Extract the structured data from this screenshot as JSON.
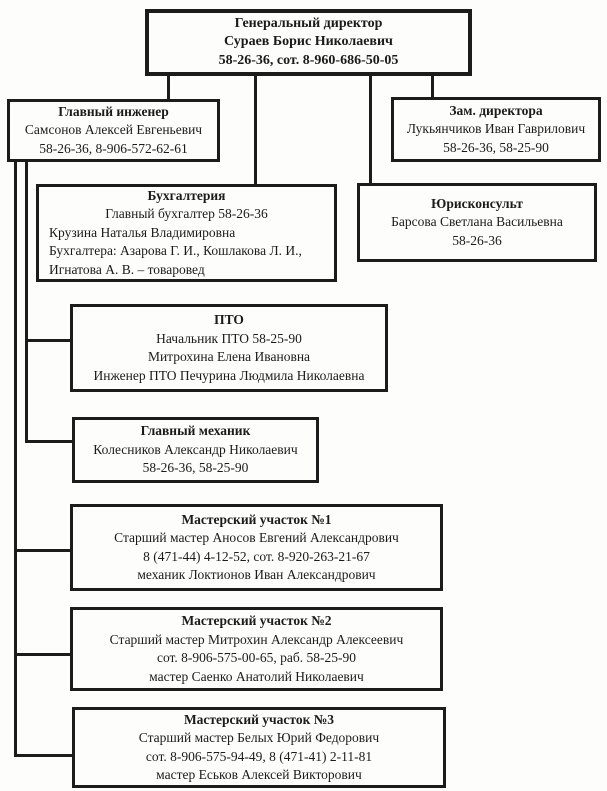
{
  "org_chart": {
    "description": "Organizational chart (scanned document, Russian)",
    "nodes": {
      "general_director": {
        "title": "Генеральный директор",
        "lines": [
          "Сураев Борис Николаевич",
          "58-26-36, сот. 8-960-686-50-05"
        ]
      },
      "chief_engineer": {
        "title": "Главный инженер",
        "lines": [
          "Самсонов Алексей Евгеньевич",
          "58-26-36, 8-906-572-62-61"
        ]
      },
      "deputy_director": {
        "title": "Зам. директора",
        "lines": [
          "Лукьянчиков Иван Гаврилович",
          "58-26-36, 58-25-90"
        ]
      },
      "accounting": {
        "title": "Бухгалтерия",
        "lines": [
          "Главный бухгалтер 58-26-36"
        ],
        "left_lines": [
          "Крузина Наталья Владимировна",
          "Бухгалтера: Азарова Г. И., Кошлакова Л. И.,",
          "Игнатова А. В. – товаровед"
        ]
      },
      "legal_counsel": {
        "title": "Юрисконсульт",
        "lines": [
          "Барсова Светлана Васильевна",
          "58-26-36"
        ]
      },
      "pto": {
        "title": "ПТО",
        "lines": [
          "Начальник ПТО 58-25-90",
          "Митрохина Елена Ивановна",
          "Инженер ПТО Печурина Людмила Николаевна"
        ]
      },
      "chief_mechanic": {
        "title": "Главный механик",
        "lines": [
          "Колесников Александр Николаевич",
          "58-26-36, 58-25-90"
        ]
      },
      "workshop_1": {
        "title": "Мастерский участок №1",
        "lines": [
          "Старший мастер Аносов Евгений Александрович",
          "8 (471-44) 4-12-52, сот. 8-920-263-21-67",
          "механик Локтионов Иван Александрович"
        ]
      },
      "workshop_2": {
        "title": "Мастерский участок №2",
        "lines": [
          "Старший мастер Митрохин Александр Алексеевич",
          "сот. 8-906-575-00-65, раб. 58-25-90",
          "мастер Саенко Анатолий Николаевич"
        ]
      },
      "workshop_3": {
        "title": "Мастерский участок №3",
        "lines": [
          "Старший мастер Белых Юрий Федорович",
          "сот. 8-906-575-94-49, 8 (471-41) 2-11-81",
          "мастер Еськов Алексей Викторович"
        ]
      }
    },
    "colors": {
      "line": "#1c1c1c",
      "background": "#fdfdfc",
      "text": "#1b1b1b"
    }
  }
}
